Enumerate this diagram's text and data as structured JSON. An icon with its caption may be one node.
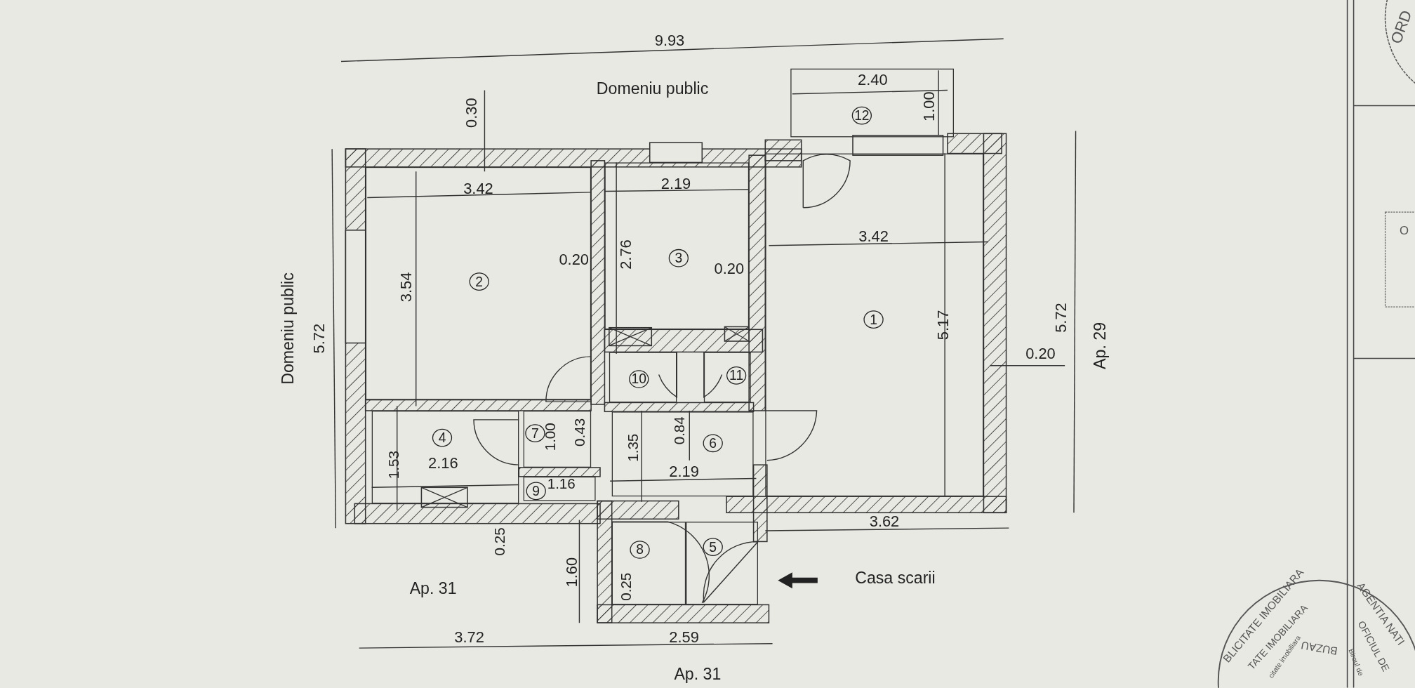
{
  "diagram": {
    "nodes": [
      {
        "text": [
          "12"
        ]
      },
      {
        "text": [
          "2"
        ]
      },
      {
        "text": [
          "3"
        ]
      },
      {
        "text": [
          "1"
        ]
      },
      {
        "text": [
          "10"
        ]
      },
      {
        "text": [
          "11"
        ]
      },
      {
        "text": [
          "4"
        ]
      },
      {
        "text": [
          "7"
        ]
      },
      {
        "text": [
          "6"
        ]
      },
      {
        "text": [
          "9"
        ]
      },
      {
        "text": [
          "8"
        ]
      },
      {
        "text": [
          "5"
        ]
      }
    ],
    "edges": [],
    "labels": [
      "9.93",
      "0.30",
      "Domeniu public",
      "2.40",
      "1.00",
      "3.42",
      "2.19",
      "3.42",
      "0.20",
      "2.76",
      "0.20",
      "3.54",
      "Domeniu public",
      "5.72",
      "5.17",
      "5.72",
      "0.20",
      "Ap. 29",
      "1.00",
      "0.43",
      "0.84",
      "1.35",
      "1.53",
      "2.16",
      "2.19",
      "1.16",
      "3.62",
      "0.25",
      "1.60",
      "0.25",
      "Casa scarii",
      "Ap. 31",
      "3.72",
      "2.59",
      "Ap. 31",
      "ORD",
      "O",
      "BLICITATE IMOBILIARA",
      "TATE IMOBILIARA",
      "citate imobiliara",
      "BUZAU",
      "AGENTIA NATI",
      "OFICIUL DE",
      "Biroul de"
    ]
  }
}
